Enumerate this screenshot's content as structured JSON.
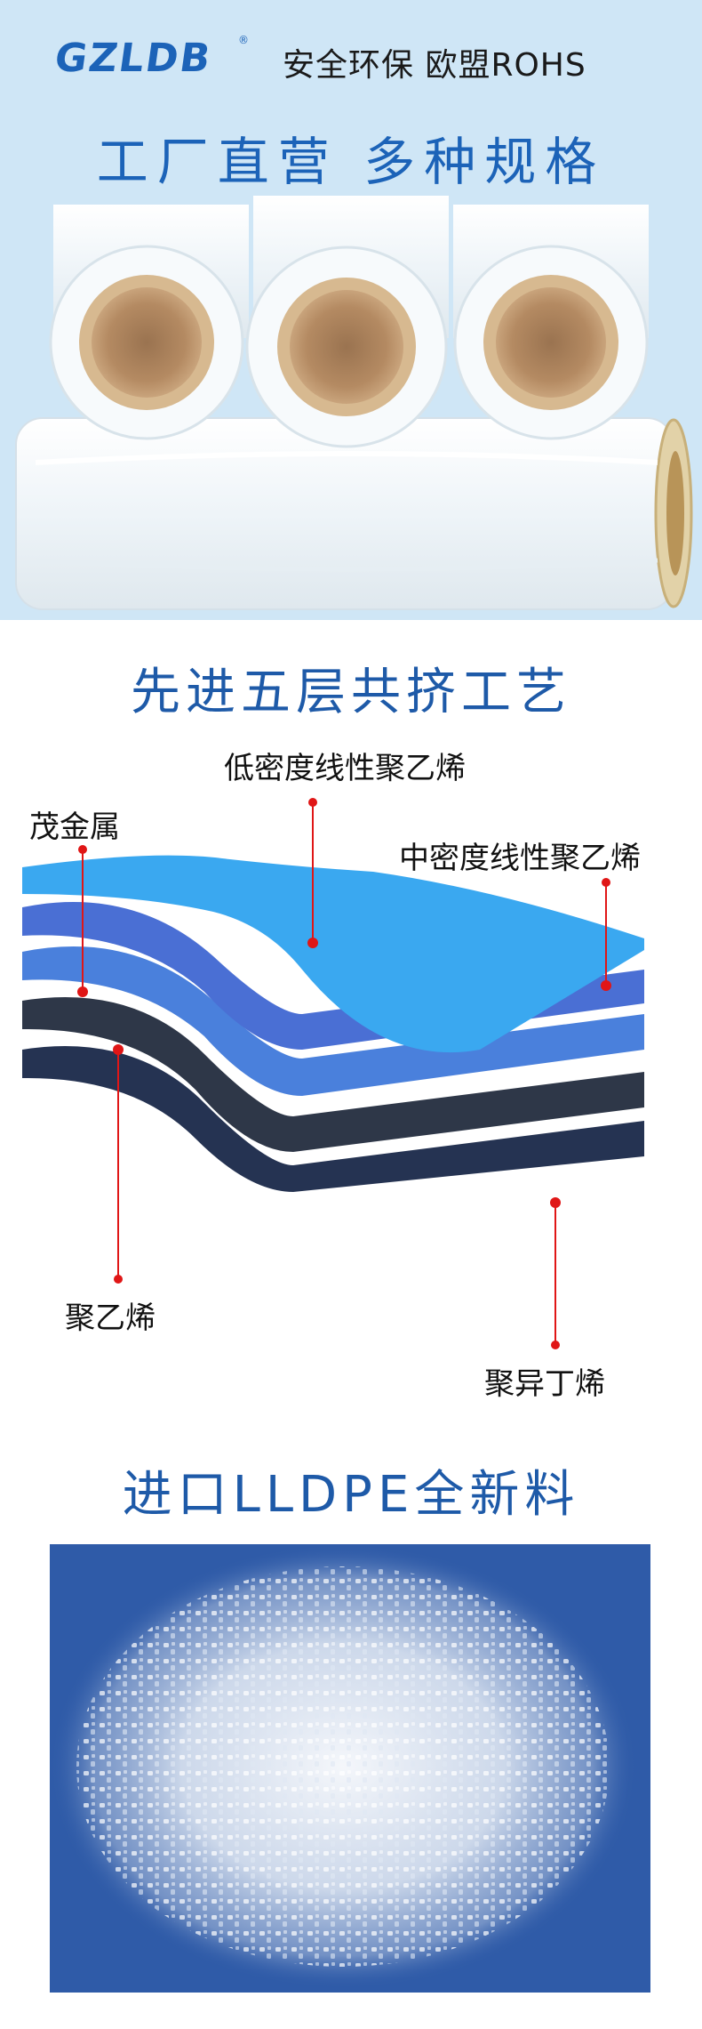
{
  "hero": {
    "brand": "GZLDB",
    "registered_mark": "®",
    "slogan_top": "安全环保  欧盟ROHS",
    "title": "工厂直营  多种规格"
  },
  "layers_section": {
    "title": "先进五层共挤工艺",
    "labels": {
      "lldpe": "低密度线性聚乙烯",
      "metallocene": "茂金属",
      "mlldpe": "中密度线性聚乙烯",
      "pe": "聚乙烯",
      "polyisobutylene": "聚异丁烯"
    },
    "layer_colors": [
      "#3aa8f0",
      "#4a6fd4",
      "#4a80dc",
      "#2e3748",
      "#253352"
    ],
    "pointer_color": "#e01616"
  },
  "material_section": {
    "title": "进口LLDPE全新料"
  },
  "colors": {
    "brand_blue": "#1c63b8",
    "hero_bg": "#cfe6f6",
    "pellet_bg": "#2f5ba8"
  }
}
